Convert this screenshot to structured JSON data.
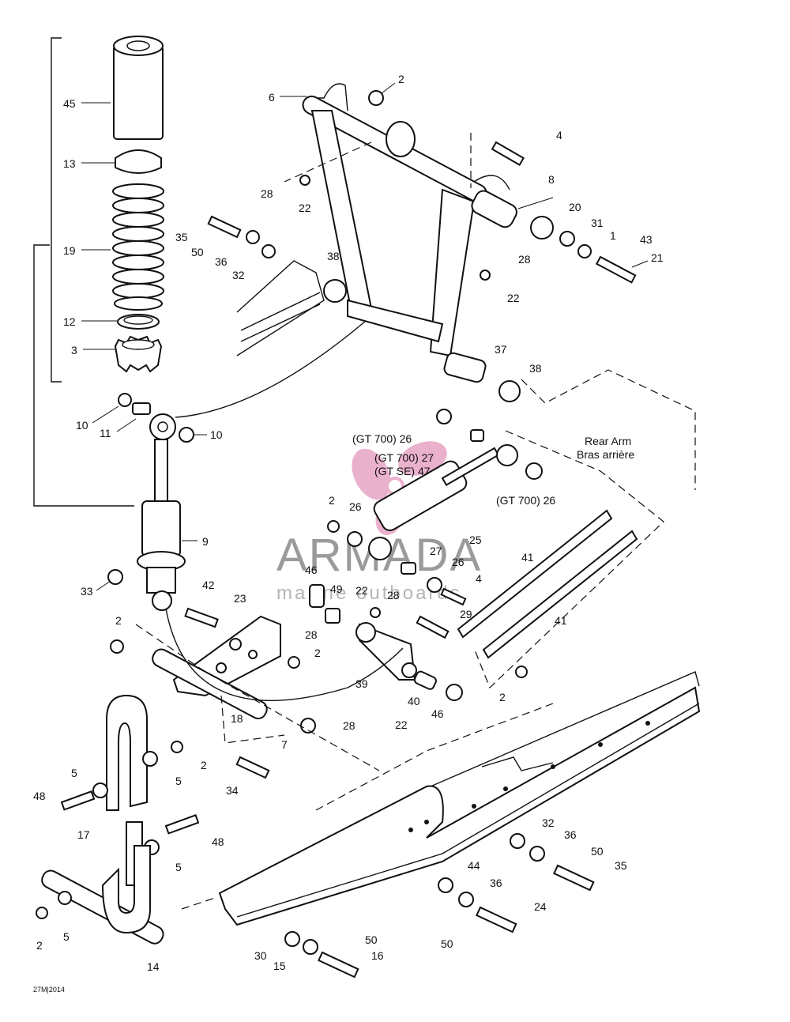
{
  "watermark": {
    "brand": "ARMADA",
    "tagline": "marine outboards",
    "logo_color": "#e7a4c4"
  },
  "captions": {
    "rear_arm_en": "Rear Arm",
    "rear_arm_fr": "Bras arrière",
    "gt700_26_top": "(GT 700) 26",
    "gt700_27": "(GT 700) 27",
    "gtse_47": "(GT SE)  47",
    "gt700_26_right": "(GT 700) 26"
  },
  "drawing_code": "27M|2014",
  "callouts": {
    "c45": "45",
    "c13": "13",
    "c19": "19",
    "c12": "12",
    "c3": "3",
    "c10a": "10",
    "c11": "11",
    "c10b": "10",
    "c9": "9",
    "c33": "33",
    "c6": "6",
    "c2a": "2",
    "c4a": "4",
    "c8": "8",
    "c20": "20",
    "c31": "31",
    "c1": "1",
    "c43": "43",
    "c21": "21",
    "c28a": "28",
    "c22a": "22",
    "c35a": "35",
    "c50a": "50",
    "c36a": "36",
    "c32a": "32",
    "c38a": "38",
    "c28b": "28",
    "c22b": "22",
    "c37": "37",
    "c38b": "38",
    "c2b": "2",
    "c26a": "26",
    "c25": "25",
    "c27": "27",
    "c26b": "26",
    "c4b": "4",
    "c29": "29",
    "c46a": "46",
    "c49": "49",
    "c22c": "22",
    "c28c": "28",
    "c42": "42",
    "c23": "23",
    "c28d": "28",
    "c2c": "2",
    "c2d": "2",
    "c39": "39",
    "c40": "40",
    "c46b": "46",
    "c18": "18",
    "c28e": "28",
    "c22d": "22",
    "c7": "7",
    "c41a": "41",
    "c41b": "41",
    "c2e": "2",
    "c2f": "2",
    "c5a": "5",
    "c5b": "5",
    "c48a": "48",
    "c34": "34",
    "c17": "17",
    "c48b": "48",
    "c5c": "5",
    "c2g": "2",
    "c5d": "5",
    "c14": "14",
    "c32b": "32",
    "c36b": "36",
    "c50b": "50",
    "c35b": "35",
    "c44": "44",
    "c36c": "36",
    "c24": "24",
    "c50c": "50",
    "c30": "30",
    "c15": "15",
    "c50d": "50",
    "c16": "16"
  }
}
